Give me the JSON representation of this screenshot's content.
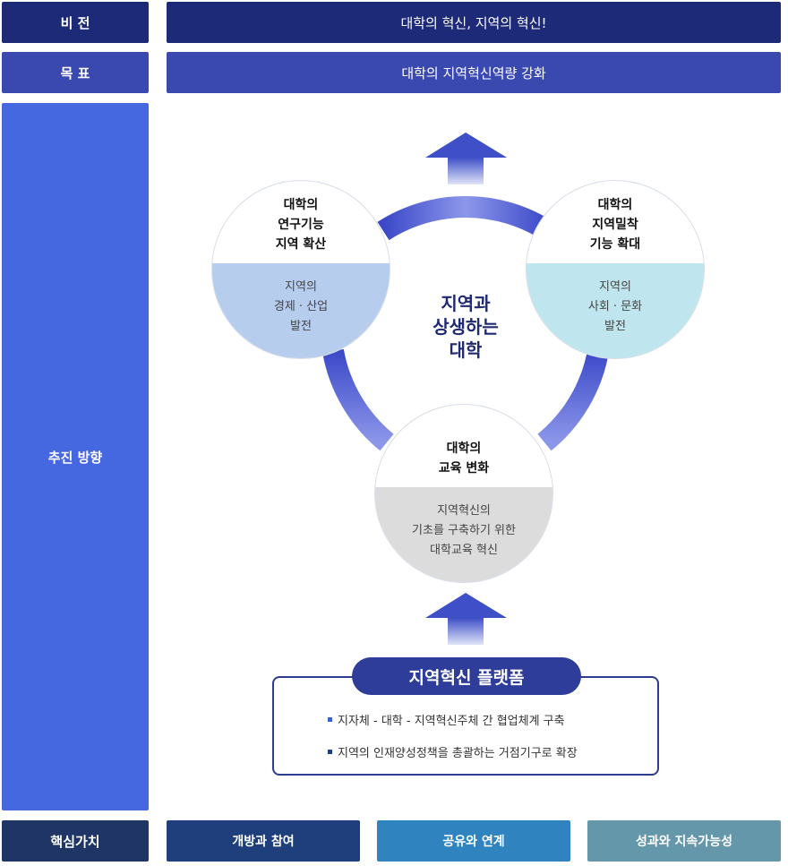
{
  "rows": {
    "vision": {
      "label": "비 전",
      "text": "대학의 혁신, 지역의 혁신!"
    },
    "goal": {
      "label": "목 표",
      "text": "대학의 지역혁신역량 강화"
    },
    "direction": {
      "label": "추진 방향"
    },
    "core_values": {
      "label": "핵심가치",
      "items": [
        "개방과 참여",
        "공유와 연계",
        "성과와 지속가능성"
      ]
    }
  },
  "center": {
    "lines": [
      "지역과",
      "상생하는",
      "대학"
    ]
  },
  "circles": {
    "left": {
      "title": [
        "대학의",
        "연구기능",
        "지역 확산"
      ],
      "body": [
        "지역의",
        "경제 · 산업",
        "발전"
      ]
    },
    "right": {
      "title": [
        "대학의",
        "지역밀착",
        "기능 확대"
      ],
      "body": [
        "지역의",
        "사회 · 문화",
        "발전"
      ]
    },
    "bottom": {
      "title": [
        "대학의",
        "교육 변화"
      ],
      "body": [
        "지역혁신의",
        "기초를 구축하기 위한",
        "대학교육 혁신"
      ]
    }
  },
  "platform": {
    "title": "지역혁신 플랫폼",
    "items": [
      "지자체 - 대학 - 지역혁신주체 간 협업체계 구축",
      "지역의 인재양성정책을 총괄하는 거점기구로 확장"
    ]
  },
  "colors": {
    "vision": "#1c2a78",
    "goal": "#3a49b0",
    "direction": "#4567e0",
    "core_label": "#1e3566",
    "core_1": "#1f3e7c",
    "core_2": "#2f84bf",
    "core_3": "#6597ab",
    "ring": "#4a58d0"
  }
}
